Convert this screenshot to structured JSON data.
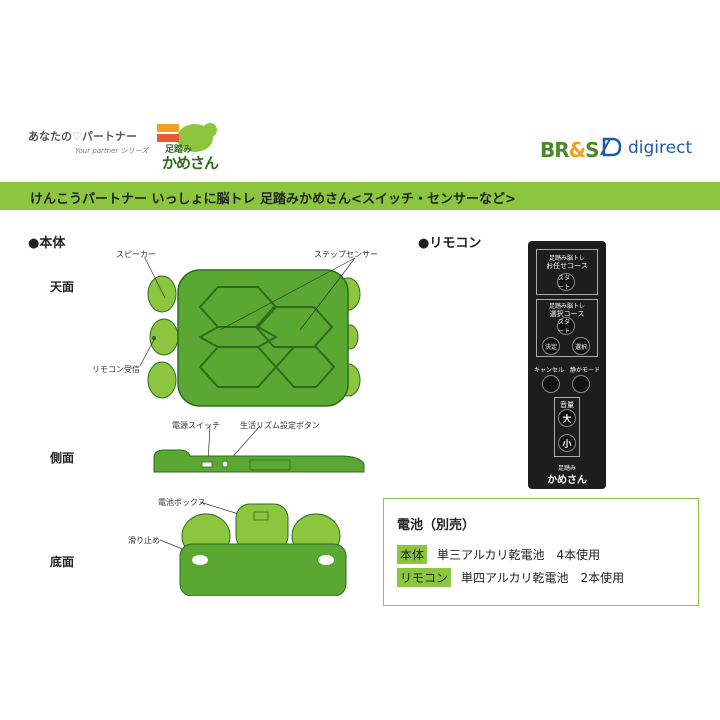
{
  "header": {
    "series_prefix": "あなたの",
    "series_suffix": "パートナー",
    "series_sub": "Your partner シリーズ",
    "product_logo_small": "足踏み",
    "product_logo_big": "かめさん",
    "brand_brs_left": "BR",
    "brand_brs_amp": "&",
    "brand_brs_right": "S",
    "brand_digirect": "digirect"
  },
  "title": "けんこうパートナー いっしょに脳トレ 足踏みかめさん<スイッチ・センサーなど>",
  "body_section": {
    "heading": "●本体",
    "top_label": "天面",
    "side_label": "側面",
    "bottom_label": "底面",
    "speaker": "スピーカー",
    "step_sensor": "ステップセンサー",
    "remote_receiver": "リモコン受信",
    "power_switch": "電源スイッチ",
    "rhythm_button": "生活リズム設定ボタン",
    "battery_box": "電池ボックス",
    "anti_slip": "滑り止め"
  },
  "remote_section": {
    "heading": "●リモコン",
    "group1_line1": "足踏み脳トレ",
    "group1_line2": "お任せコース",
    "start1": "スタート",
    "group2_line1": "足踏み脳トレ",
    "group2_line2": "選択コース",
    "start2": "スタート",
    "decide": "決定",
    "select": "選択",
    "cancel": "キャンセル",
    "quiet_mode": "静かモード",
    "volume": "音量",
    "vol_up": "大",
    "vol_down": "小",
    "logo_small": "足踏み",
    "logo_big": "かめさん"
  },
  "battery": {
    "title": "電池（別売）",
    "rows": [
      {
        "tag": "本体",
        "text": "単三アルカリ乾電池　4本使用"
      },
      {
        "tag": "リモコン",
        "text": "単四アルカリ乾電池　2本使用"
      }
    ]
  },
  "colors": {
    "accent_green": "#8cc63f",
    "shell_green": "#5aa832",
    "shell_dark": "#2f6b1f"
  }
}
